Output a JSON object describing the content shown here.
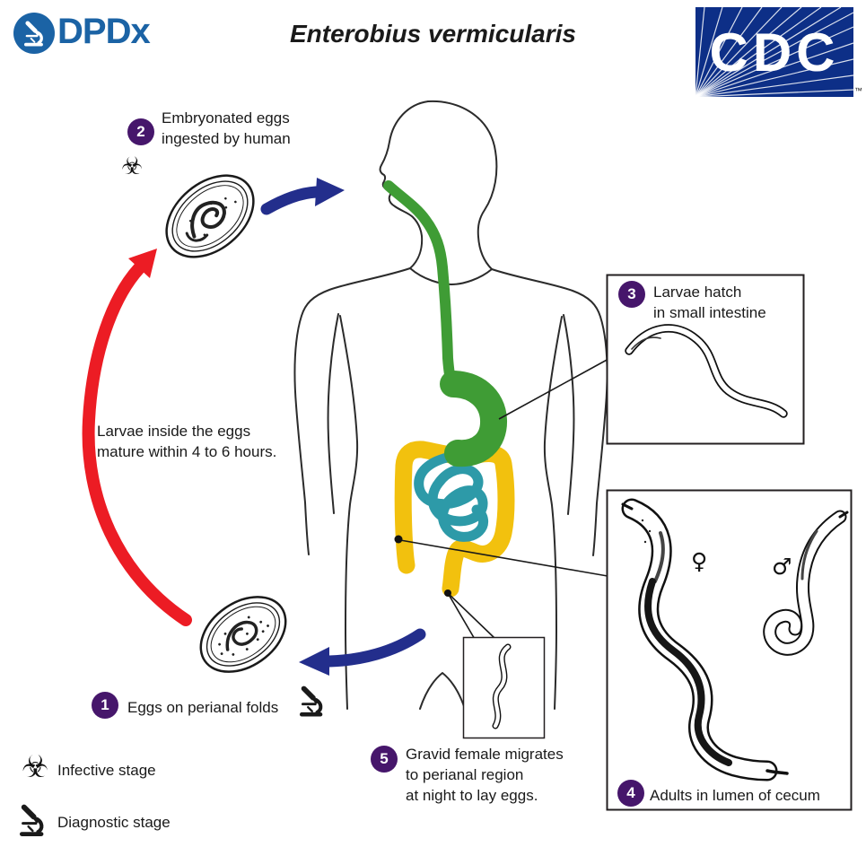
{
  "title": "Enterobius vermicularis",
  "logos": {
    "dpdx": "DPDx",
    "cdc": "CDC",
    "tm": "™"
  },
  "steps": [
    {
      "number": "1",
      "lines": [
        "Eggs on perianal folds"
      ]
    },
    {
      "number": "2",
      "lines": [
        "Embryonated eggs",
        "ingested by human"
      ]
    },
    {
      "number": "3",
      "lines": [
        "Larvae hatch",
        "in small intestine"
      ]
    },
    {
      "number": "4",
      "lines": [
        "Adults in lumen of cecum"
      ]
    },
    {
      "number": "5",
      "lines": [
        "Gravid female migrates",
        "to perianal region",
        "at night to lay eggs."
      ]
    }
  ],
  "annotations": {
    "maturation_line1": "Larvae inside the eggs",
    "maturation_line2": "mature within 4 to 6 hours."
  },
  "legend": {
    "infective": "Infective stage",
    "diagnostic": "Diagnostic stage"
  },
  "symbols": {
    "female": "♀",
    "male": "♂",
    "biohazard": "☣"
  },
  "colors": {
    "step_circle": "#46166b",
    "arrow_blue": "#232e8c",
    "arrow_red": "#ec1c24",
    "esophagus_green": "#3f9c35",
    "small_intestine_teal": "#2d9aa8",
    "large_intestine_yellow": "#f2c10e",
    "dpdx_blue": "#1b63a5",
    "cdc_navy": "#0d2f87"
  }
}
